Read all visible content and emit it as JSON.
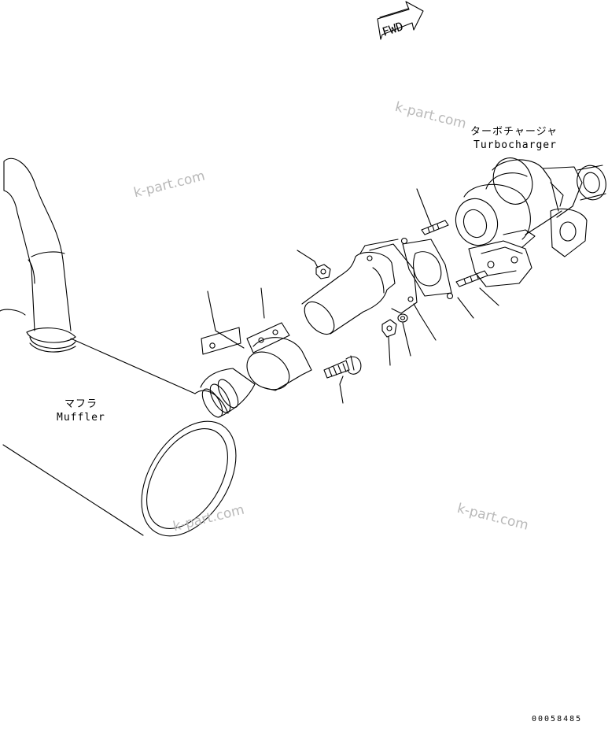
{
  "labels": {
    "fwd": "FWD",
    "turbo_jp": "ターボチャージャ",
    "turbo_en": "Turbocharger",
    "muffler_jp": "マフラ",
    "muffler_en": "Muffler"
  },
  "watermark": "k-part.com",
  "document_number": "00058485"
}
